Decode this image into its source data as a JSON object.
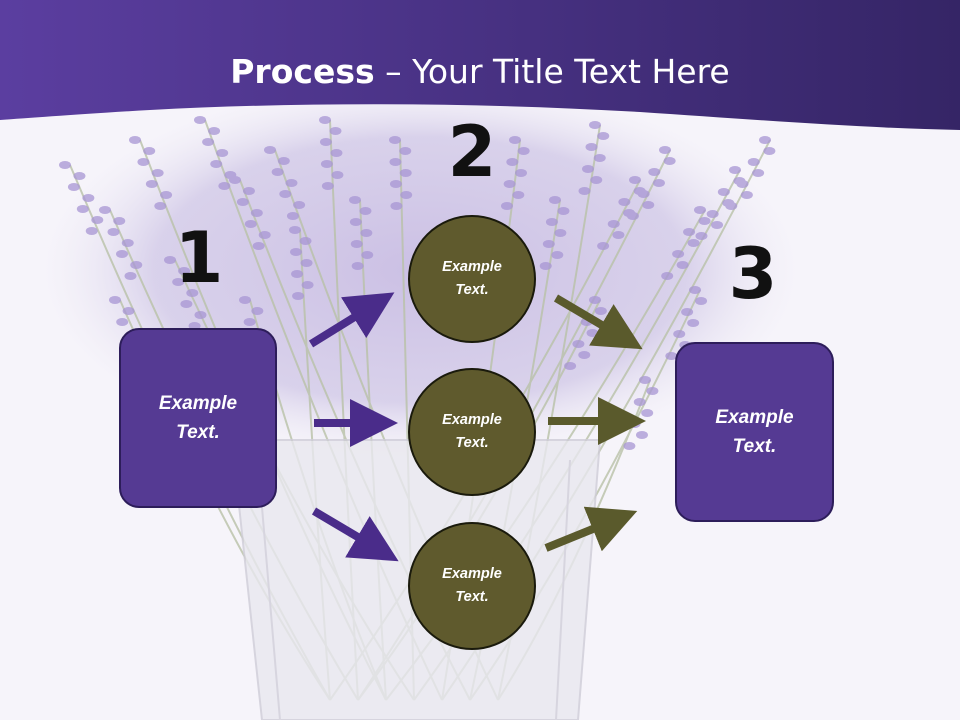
{
  "slide": {
    "title_bold": "Process",
    "title_rest": " – Your Title Text Here",
    "colors": {
      "header_purple": "#55389a",
      "box_purple": "#553a93",
      "circle_olive": "#5f5a2d",
      "arrow_purple": "#4a2c8a",
      "arrow_olive": "#5a5a2c",
      "background": "#f6f4fa"
    }
  },
  "steps": {
    "one": {
      "number": "1",
      "label": "Example\nText."
    },
    "two": {
      "number": "2",
      "circles": [
        {
          "label": "Example\nText."
        },
        {
          "label": "Example\nText."
        },
        {
          "label": "Example\nText."
        }
      ]
    },
    "three": {
      "number": "3",
      "label": "Example\nText."
    }
  },
  "background_image": "lavender-in-glass-vase"
}
